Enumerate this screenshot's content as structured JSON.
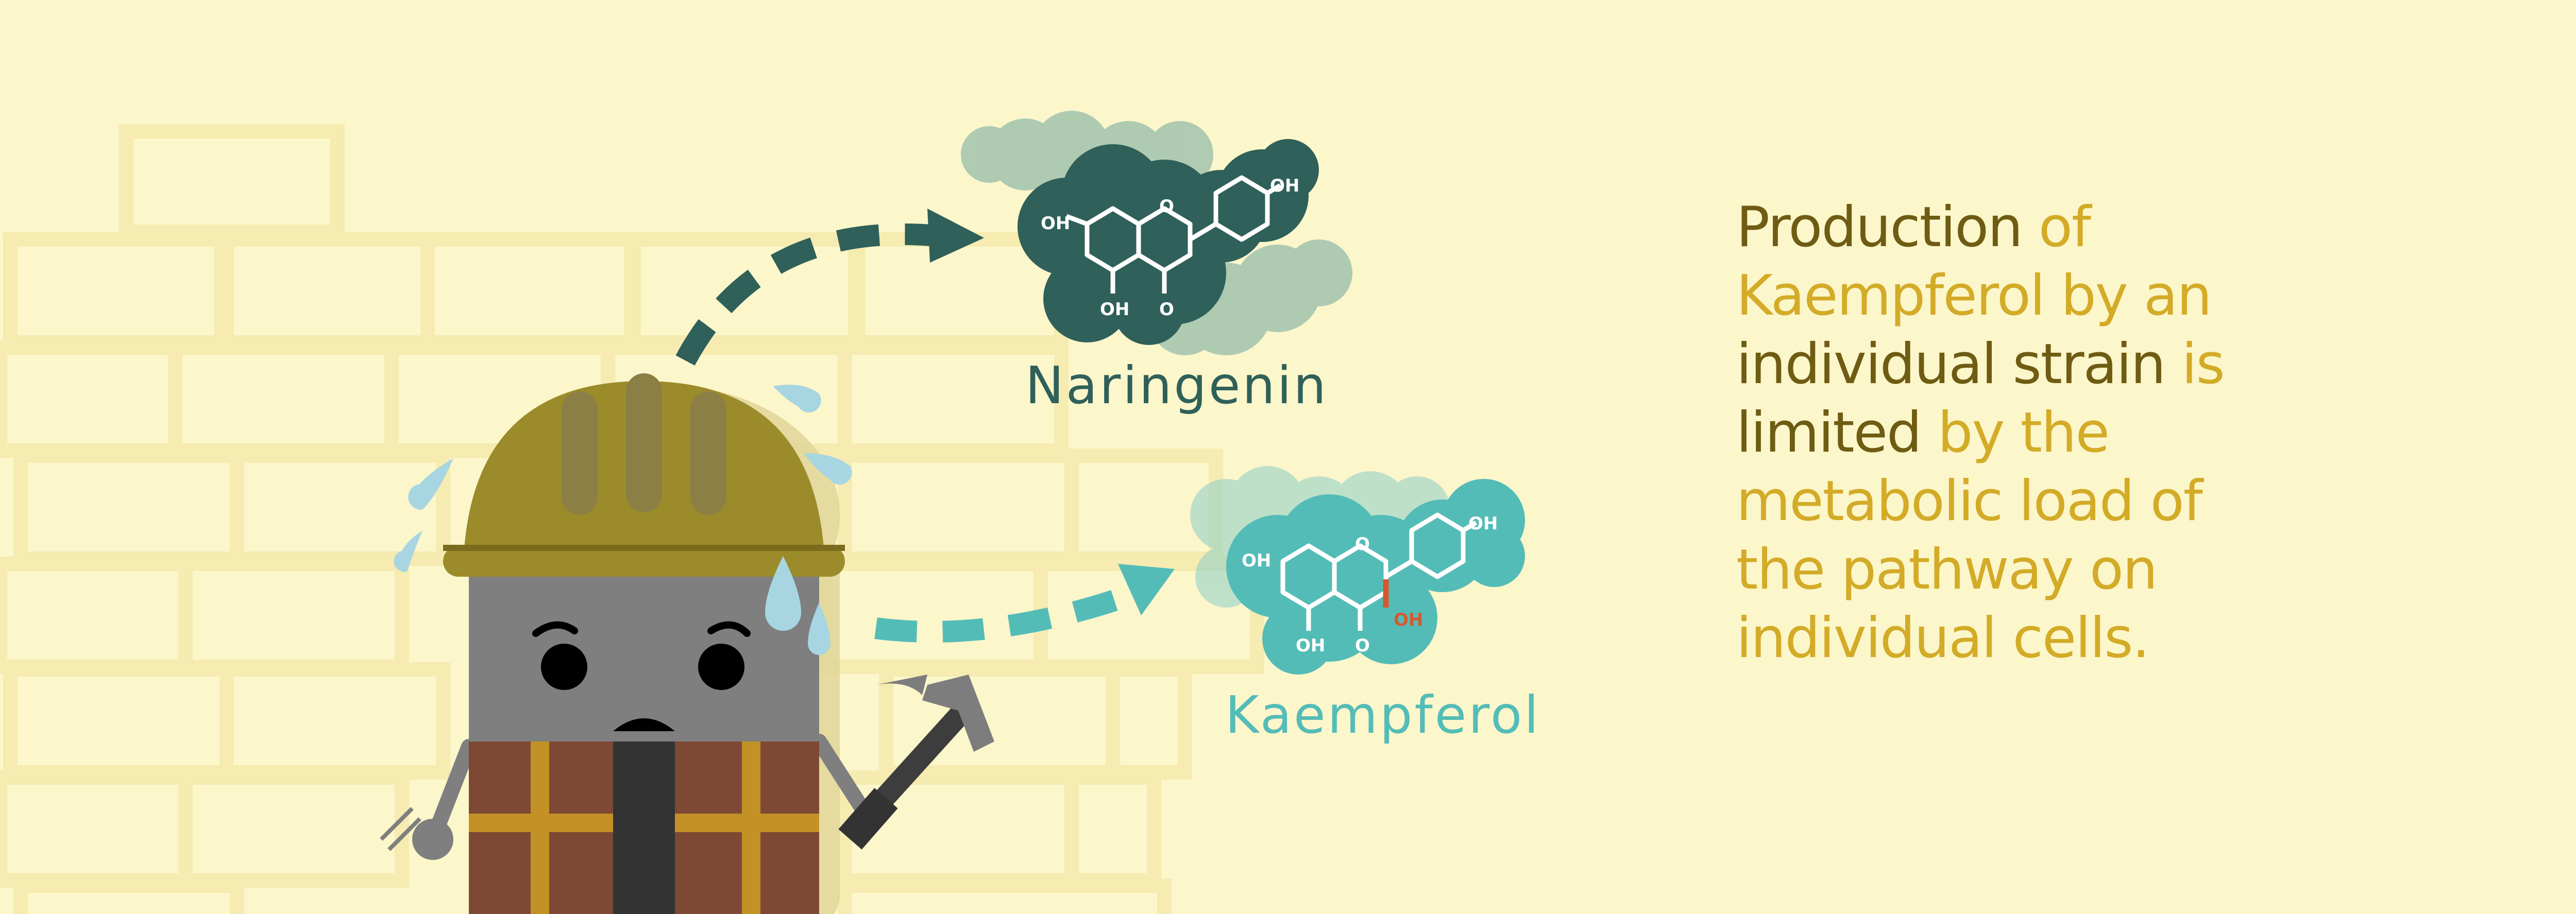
{
  "molecules": {
    "naringenin": {
      "label": "Naringenin",
      "groups": {
        "oh_a": "OH",
        "oh_b": "OH",
        "oh_c": "OH",
        "o_ring": "O",
        "o_keto": "O"
      }
    },
    "kaempferol": {
      "label": "Kaempferol",
      "groups": {
        "oh_a": "OH",
        "oh_b": "OH",
        "oh_c": "OH",
        "oh_d": "OH",
        "o_ring": "O",
        "o_keto": "O"
      }
    }
  },
  "caption": {
    "line1": {
      "a": "Production",
      "b": " of"
    },
    "line2": {
      "a": "Kaempferol by an"
    },
    "line3": {
      "a": "individual strain",
      "b": " is"
    },
    "line4": {
      "a": "limited",
      "b": " by the"
    },
    "line5": {
      "a": "metabolic load of"
    },
    "line6": {
      "a": "the pathway on"
    },
    "line7": {
      "a": "individual cells."
    }
  },
  "colors": {
    "background": "#fcf6cb",
    "bricks": "#f6ebb0",
    "naringenin": "#2f6059",
    "kaempferol": "#54bcb7",
    "caption_light": "#d3ab27",
    "caption_dark": "#6e5c12",
    "hard_hat": "#9b8b2a",
    "worker_body": "#7f7f7f",
    "vest": "#7d4934",
    "vest_stripe": "#c39125",
    "sweat": "#a7d6e2"
  }
}
